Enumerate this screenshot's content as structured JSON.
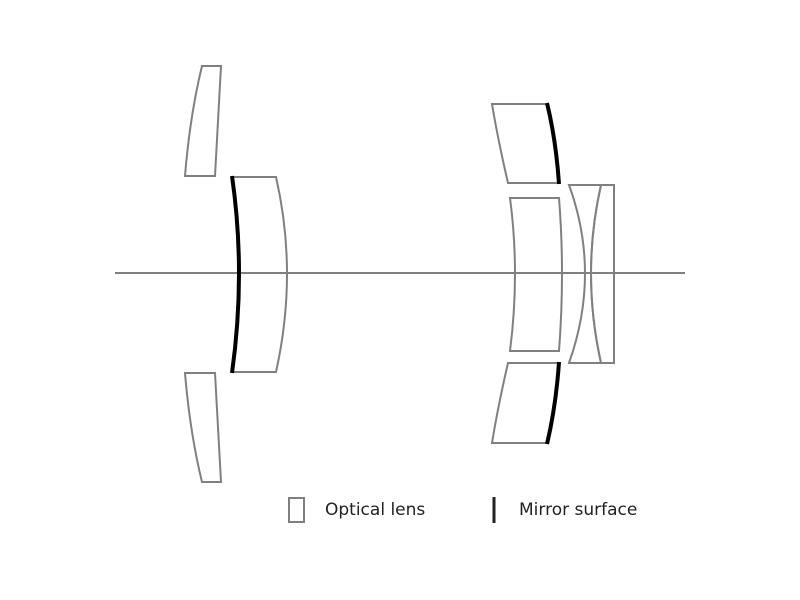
{
  "diagram": {
    "type": "optical lens layout",
    "colors": {
      "lens": "#808080",
      "mirror": "#000000",
      "axis": "#808080"
    }
  },
  "legend": {
    "items": [
      {
        "label": "Optical lens",
        "symbol": "rectangle-outline"
      },
      {
        "label": "Mirror surface",
        "symbol": "thick-black-line"
      }
    ]
  }
}
